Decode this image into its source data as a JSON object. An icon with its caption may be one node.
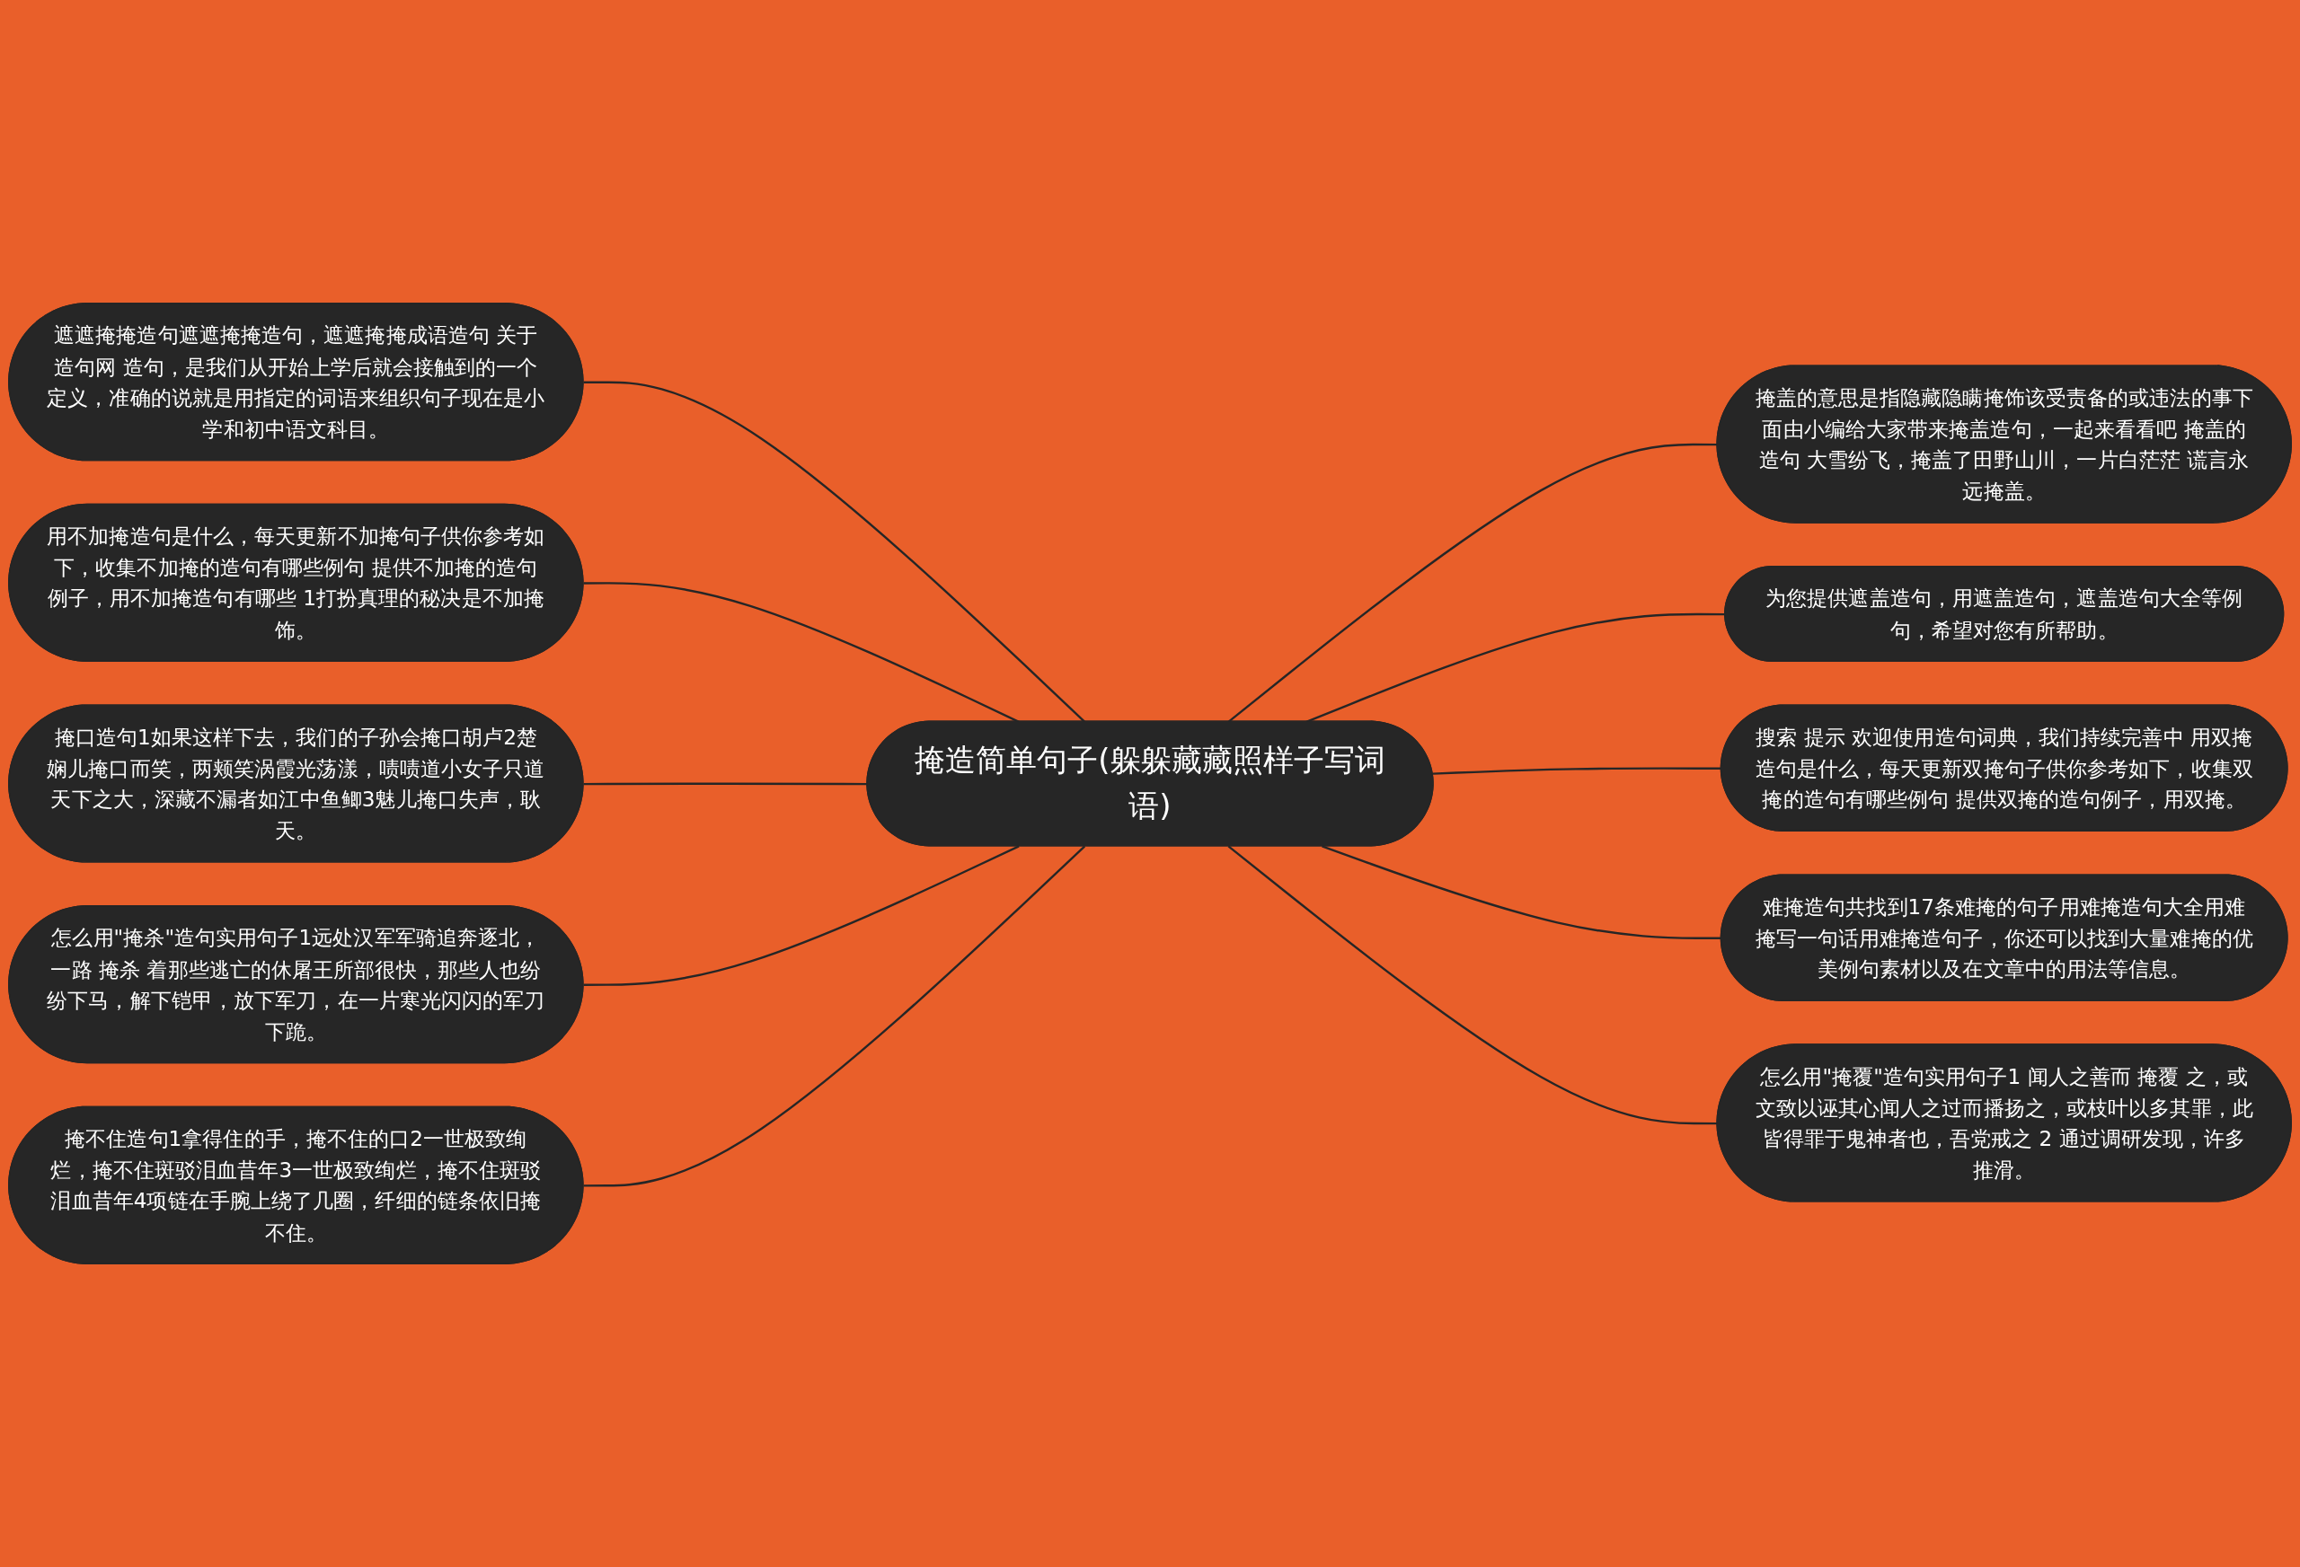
{
  "diagram": {
    "nodes": [
      {
        "text": [
          "掩造简单句子(躲躲藏藏照样子写词语)"
        ]
      },
      {
        "text": [
          "遮遮掩掩造句遮遮掩掩造句，遮遮掩掩成语造句 关于造句网 造句，是我们从开始上学后就会接触到的一个定义，准确的说就是用指定的词语来组织句子现在是小学和初中语文科目。"
        ]
      },
      {
        "text": [
          "用不加掩造句是什么，每天更新不加掩句子供你参考如下，收集不加掩的造句有哪些例句 提供不加掩的造句例子，用不加掩造句有哪些 1打扮真理的秘决是不加掩饰。"
        ]
      },
      {
        "text": [
          "掩口造句1如果这样下去，我们的子孙会掩口胡卢2楚娴儿掩口而笑，两颊笑涡霞光荡漾，啧啧道小女子只道天下之大，深藏不漏者如江中鱼鲫3魅儿掩口失声，耿天。"
        ]
      },
      {
        "text": [
          "怎么用\"掩杀\"造句实用句子1远处汉军军骑追奔逐北，一路 掩杀 着那些逃亡的休屠王所部很快，那些人也纷纷下马，解下铠甲，放下军刀，在一片寒光闪闪的军刀下跪。"
        ]
      },
      {
        "text": [
          "掩不住造句1拿得住的手，掩不住的口2一世极致绚烂，掩不住斑驳泪血昔年3一世极致绚烂，掩不住斑驳泪血昔年4项链在手腕上绕了几圈，纤细的链条依旧掩不住。"
        ]
      },
      {
        "text": [
          "掩盖的意思是指隐藏隐瞒掩饰该受责备的或违法的事下面由小编给大家带来掩盖造句，一起来看看吧 掩盖的造句 大雪纷飞，掩盖了田野山川，一片白茫茫 谎言永远掩盖。"
        ]
      },
      {
        "text": [
          "为您提供遮盖造句，用遮盖造句，遮盖造句大全等例句，希望对您有所帮助。"
        ]
      },
      {
        "text": [
          "搜索 提示 欢迎使用造句词典，我们持续完善中 用双掩造句是什么，每天更新双掩句子供你参考如下，收集双掩的造句有哪些例句 提供双掩的造句例子，用双掩。"
        ]
      },
      {
        "text": [
          "难掩造句共找到17条难掩的句子用难掩造句大全用难掩写一句话用难掩造句子，你还可以找到大量难掩的优美例句素材以及在文章中的用法等信息。"
        ]
      },
      {
        "text": [
          "怎么用\"掩覆\"造句实用句子1 闻人之善而 掩覆 之，或文致以诬其心闻人之过而播扬之，或枝叶以多其罪，此皆得罪于鬼神者也，吾党戒之 2 通过调研发现，许多推滑。"
        ]
      }
    ],
    "edges": [
      {
        "from": 0,
        "to": 1,
        "arrow": "none"
      },
      {
        "from": 0,
        "to": 2,
        "arrow": "none"
      },
      {
        "from": 0,
        "to": 3,
        "arrow": "none"
      },
      {
        "from": 0,
        "to": 4,
        "arrow": "none"
      },
      {
        "from": 0,
        "to": 5,
        "arrow": "none"
      },
      {
        "from": 0,
        "to": 6,
        "arrow": "none"
      },
      {
        "from": 0,
        "to": 7,
        "arrow": "none"
      },
      {
        "from": 0,
        "to": 8,
        "arrow": "none"
      },
      {
        "from": 0,
        "to": 9,
        "arrow": "none"
      },
      {
        "from": 0,
        "to": 10,
        "arrow": "none"
      }
    ]
  }
}
